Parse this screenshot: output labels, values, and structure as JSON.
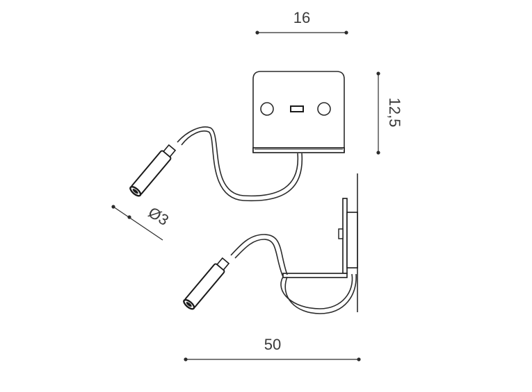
{
  "dimensions": {
    "width_top": "16",
    "height_right": "12,5",
    "diameter": "Ø3",
    "length_bottom": "50"
  }
}
